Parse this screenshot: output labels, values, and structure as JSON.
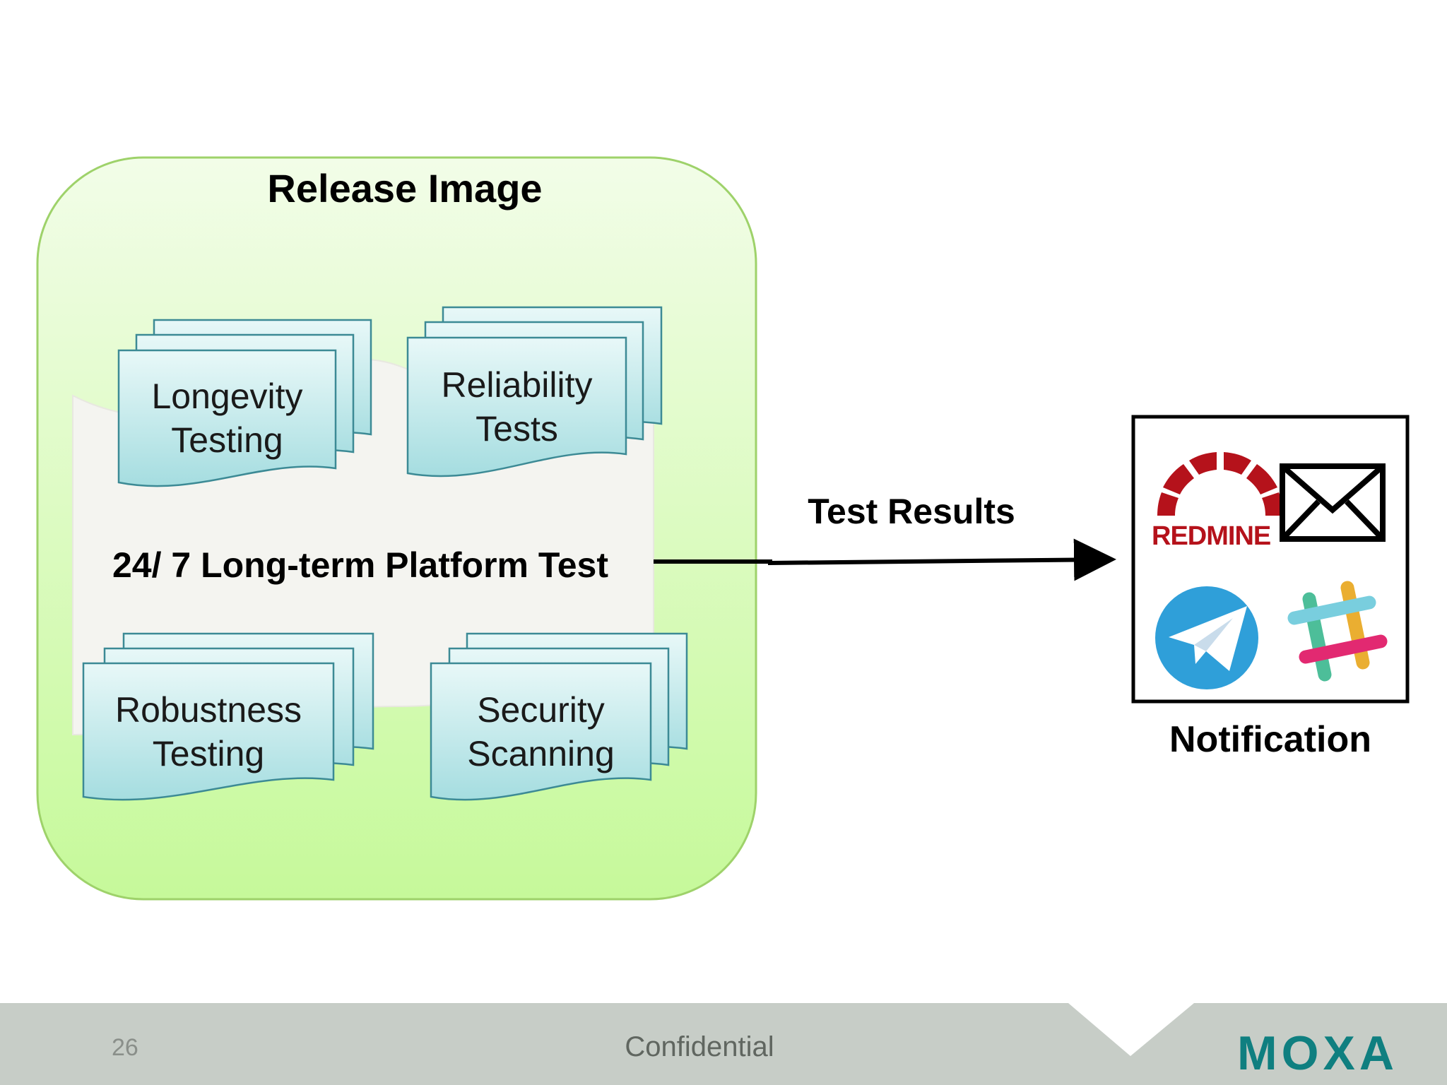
{
  "diagram": {
    "container_title": "Release Image",
    "platform_label": "24/ 7 Long-term Platform Test",
    "test_docs": [
      {
        "label": "Longevity\nTesting"
      },
      {
        "label": "Reliability\nTests"
      },
      {
        "label": "Robustness\nTesting"
      },
      {
        "label": "Security\nScanning"
      }
    ],
    "arrow_label": "Test Results",
    "notification_label": "Notification",
    "notification_icons": [
      {
        "name": "redmine",
        "text": "REDMINE"
      },
      {
        "name": "mail-icon"
      },
      {
        "name": "telegram-icon"
      },
      {
        "name": "slack-icon"
      }
    ]
  },
  "footer": {
    "page_number": "26",
    "confidential": "Confidential",
    "brand": "MOXA"
  },
  "colors": {
    "container_fill_top": "#f2fde8",
    "container_fill_bottom": "#c6f99a",
    "container_border": "#9ed26a",
    "doc_fill_top": "#e8f8f8",
    "doc_fill_bottom": "#a5dde0",
    "doc_border": "#3c8a95",
    "footer_band": "#c7cdc7",
    "redmine_red": "#b5121b",
    "telegram_blue": "#2f9fd9",
    "moxa_teal": "#0f7f80"
  }
}
